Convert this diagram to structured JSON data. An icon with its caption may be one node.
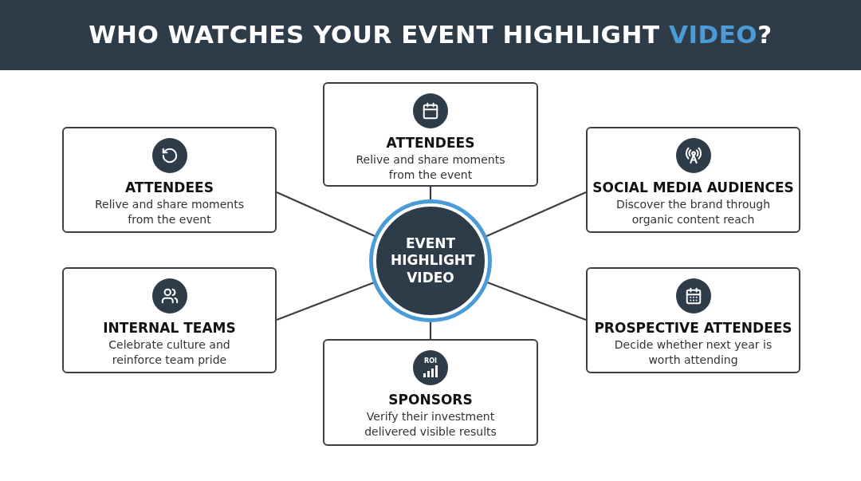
{
  "diagram": {
    "title": "WHO WATCHES YOUR EVENT HIGHLIGHT VIDEO?",
    "nodes": [
      {
        "text": [
          "EVENT HIGHLIGHT VIDEO"
        ]
      },
      {
        "text": [
          "ATTENDEES",
          "Relive and share moments from the event"
        ]
      },
      {
        "text": [
          "ATTENDEES",
          "Relive and share moments from the event"
        ]
      },
      {
        "text": [
          "SOCIAL MEDIA AUDIENCES",
          "Discover the brand through organic content reach"
        ]
      },
      {
        "text": [
          "INTERNAL TEAMS",
          "Celebrate culture and reinforce team pride"
        ]
      },
      {
        "text": [
          "PROSPECTIVE ATTENDEES",
          "Decide whether next year is worth attending"
        ]
      },
      {
        "text": [
          "SPONSORS",
          "Verify their investment delivered visible results"
        ]
      }
    ],
    "edges": [
      {
        "from": 0,
        "to": 1,
        "arrow": "none"
      },
      {
        "from": 0,
        "to": 2,
        "arrow": "none"
      },
      {
        "from": 0,
        "to": 3,
        "arrow": "none"
      },
      {
        "from": 0,
        "to": 4,
        "arrow": "none"
      },
      {
        "from": 0,
        "to": 5,
        "arrow": "none"
      },
      {
        "from": 0,
        "to": 6,
        "arrow": "none"
      }
    ],
    "labels": [
      "ROI"
    ]
  }
}
